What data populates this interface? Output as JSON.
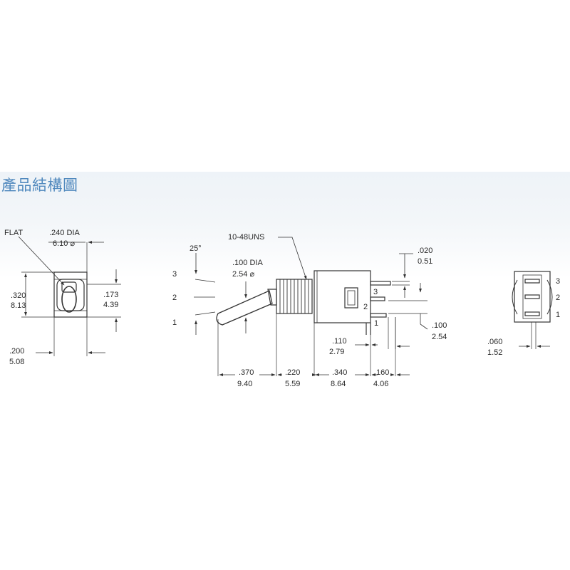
{
  "heading": "產品結構圖",
  "front_view": {
    "flat": "FLAT",
    "dia_in": ".240 DIA",
    "dia_mm": "6.10 ⌀",
    "height_in": ".320",
    "height_mm": "8.13",
    "side_in": ".173",
    "side_mm": "4.39",
    "width_in": ".200",
    "width_mm": "5.08"
  },
  "side_view": {
    "angle": "25°",
    "pos_3": "3",
    "pos_2": "2",
    "pos_1": "1",
    "lever_dia_in": ".100 DIA",
    "lever_dia_mm": "2.54 ⌀",
    "thread": "10-48UNS",
    "pin_w_in": ".020",
    "pin_w_mm": "0.51",
    "term_3": "3",
    "term_2": "2",
    "term_1": "1",
    "pin_pitch_in": ".100",
    "pin_pitch_mm": "2.54",
    "pin_off_in": ".110",
    "pin_off_mm": "2.79",
    "lever_len_in": ".370",
    "lever_len_mm": "9.40",
    "bushing_in": ".220",
    "bushing_mm": "5.59",
    "body_in": ".340",
    "body_mm": "8.64",
    "term_len_in": ".160",
    "term_len_mm": "4.06"
  },
  "end_view": {
    "term_3": "3",
    "term_2": "2",
    "term_1": "1",
    "gap_in": ".060",
    "gap_mm": "1.52"
  }
}
